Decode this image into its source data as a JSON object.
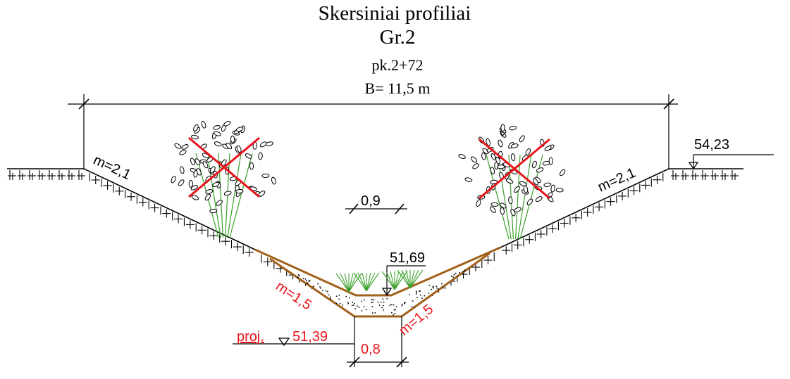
{
  "title": "Skersiniai profiliai",
  "group": "Gr.2",
  "station": "pk.2+72",
  "width_label": "B= 11,5 m",
  "top_elevation": "54,23",
  "water_elevation": "51,69",
  "design_prefix": "proj.",
  "design_elevation": "51,39",
  "width_existing_bottom": "0,9",
  "width_design_bottom": "0,8",
  "slope_existing_left": "m=2,1",
  "slope_existing_right": "m=2,1",
  "slope_design_left": "m=1,5",
  "slope_design_right": "m=1,5",
  "colors": {
    "design_line": "#e8141b",
    "removal_cross": "#e8141b",
    "sediment": "#a0601a",
    "vegetation": "#3aa02a",
    "linework": "#000000"
  },
  "icons": [
    "tree-left-icon",
    "tree-right-icon",
    "grass-icon",
    "water-level-marker-icon",
    "elevation-marker-icon"
  ]
}
